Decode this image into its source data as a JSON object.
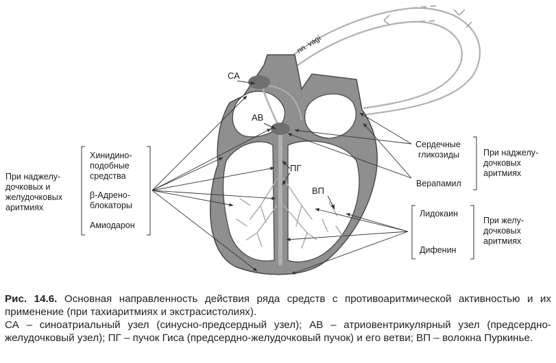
{
  "heart": {
    "sa": "СА",
    "av": "АВ",
    "pg": "ПГ",
    "vp": "ВП",
    "vagus": "nn. vagi"
  },
  "left_group": {
    "label_lines": [
      "При наджелу-",
      "дочковых и",
      "желудочковых",
      "аритмиях"
    ],
    "drugs": [
      {
        "lines": [
          "Хинидино-",
          "подобные",
          "средства"
        ]
      },
      {
        "lines": [
          "β-Адрено-",
          "блокаторы"
        ]
      },
      {
        "lines": [
          "Амиодарон"
        ]
      }
    ]
  },
  "right_upper": {
    "label_lines": [
      "При наджелу-",
      "дочковых",
      "аритмиях"
    ],
    "drugs": [
      {
        "lines": [
          "Сердечные",
          "гликозиды"
        ]
      },
      {
        "lines": [
          "Верапамил"
        ]
      }
    ]
  },
  "right_lower": {
    "label_lines": [
      "При желу-",
      "дочковых",
      "аритмиях"
    ],
    "drugs": [
      {
        "lines": [
          "Лидокаин"
        ]
      },
      {
        "lines": [
          "Дифенин"
        ]
      }
    ]
  },
  "caption": {
    "fig_number": "Рис. 14.6.",
    "title": " Основная направленность действия ряда средств с противоаритмической активностью и их применение (при тахиаритмиях и экстрасистолиях).",
    "legend": "СА – синоатриальный узел (синусно-предсердный узел); АВ – атриовентрикулярный узел (предсердно-желудочковый узел); ПГ – пучок Гиса (предсердно-желудочковый пучок) и его ветви; ВП – волокна Пуркинье."
  },
  "colors": {
    "wall": "#8c8c8c",
    "wall_stroke": "#4a4a4a",
    "conduction": "#b4b4b4",
    "arrows": "#333333"
  }
}
